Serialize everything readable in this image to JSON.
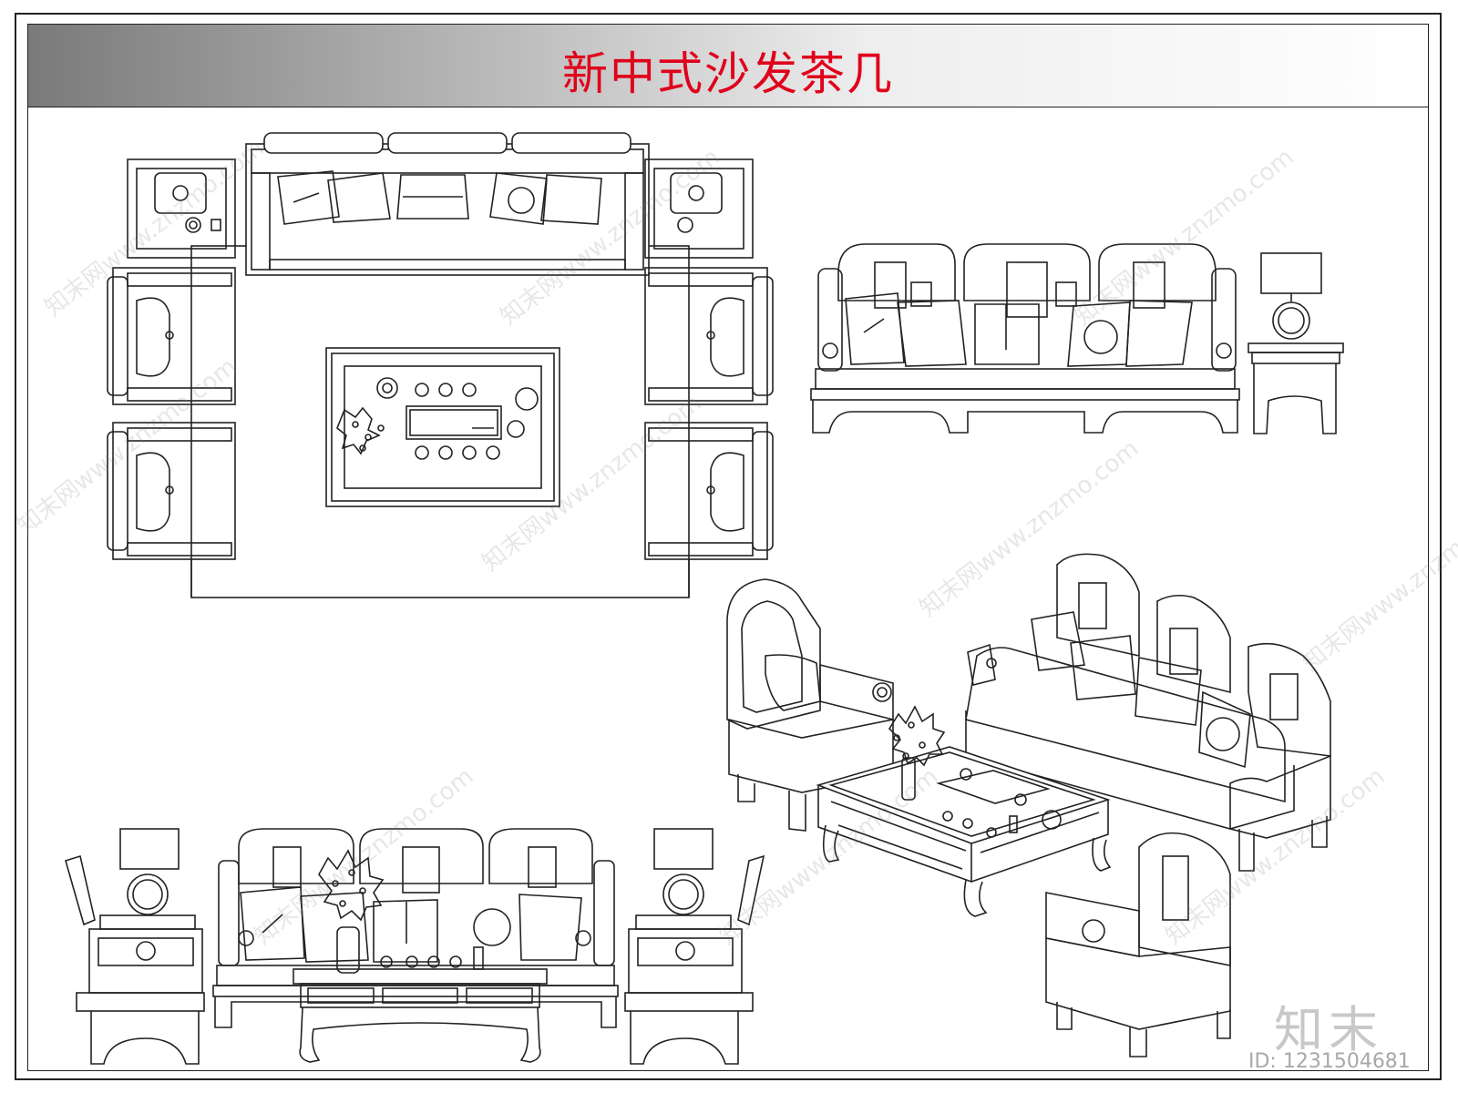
{
  "title": "新中式沙发茶几",
  "watermark": {
    "text": "知末网www.znzmo.com",
    "color": "#787878"
  },
  "logo_text": "知末",
  "id_text": "ID: 1231504681",
  "colors": {
    "title": "#e0001b",
    "line": "#222222"
  }
}
